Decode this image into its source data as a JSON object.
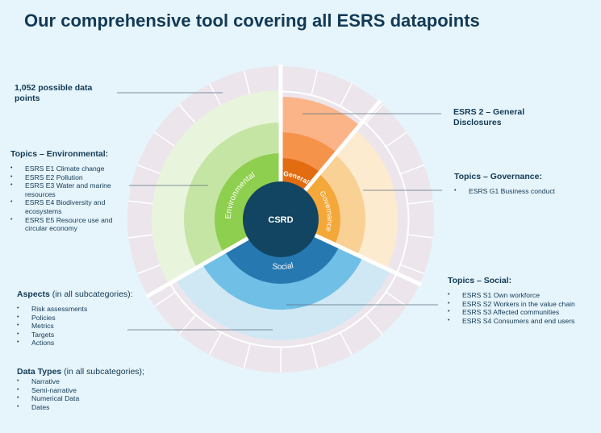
{
  "title": "Our comprehensive tool covering all ESRS datapoints",
  "wheel": {
    "center": "CSRD",
    "segments": {
      "environmental": "Environmental",
      "general": "General",
      "governance": "Governance",
      "social": "Social"
    },
    "colors": {
      "center": "#124561",
      "env_inner": "#8ecf4f",
      "env_mid": "#c5e5a5",
      "env_outer": "#e8f5dc",
      "gen_inner": "#e36b10",
      "gen_mid": "#f5934b",
      "gen_outer": "#fbb487",
      "gov_inner": "#f5a83a",
      "gov_mid": "#f9d194",
      "gov_outer": "#fdebcf",
      "soc_inner": "#2679b0",
      "soc_mid": "#6fbfe6",
      "soc_outer": "#cfe8f4",
      "outer_ring": "#ece6ec",
      "divider": "#ffffff"
    }
  },
  "labels": {
    "datapoints": "1,052 possible data points",
    "general": "ESRS 2 – General Disclosures",
    "environmental": {
      "heading": "Topics – Environmental:",
      "items": [
        "ESRS E1 Climate change",
        "ESRS E2 Pollution",
        "ESRS E3 Water and marine resources",
        "ESRS E4 Biodiversity and ecosystems",
        "ESRS E5 Resource use and circular economy"
      ]
    },
    "governance": {
      "heading": "Topics – Governance:",
      "items": [
        "ESRS G1 Business conduct"
      ]
    },
    "social": {
      "heading": "Topics – Social:",
      "items": [
        "ESRS S1 Own workforce",
        "ESRS S2 Workers in the value chain",
        "ESRS S3 Affected communities",
        "ESRS S4 Consumers and end users"
      ]
    },
    "aspects": {
      "heading": "Aspects",
      "heading_suffix": "(in all subcategories):",
      "items": [
        "Risk assessments",
        "Policies",
        "Metrics",
        "Targets",
        "Actions"
      ]
    },
    "datatypes": {
      "heading": "Data Types",
      "heading_suffix": "(in all subcategories);",
      "items": [
        "Narrative",
        "Semi-narrative",
        "Numerical Data",
        "Dates"
      ]
    }
  }
}
